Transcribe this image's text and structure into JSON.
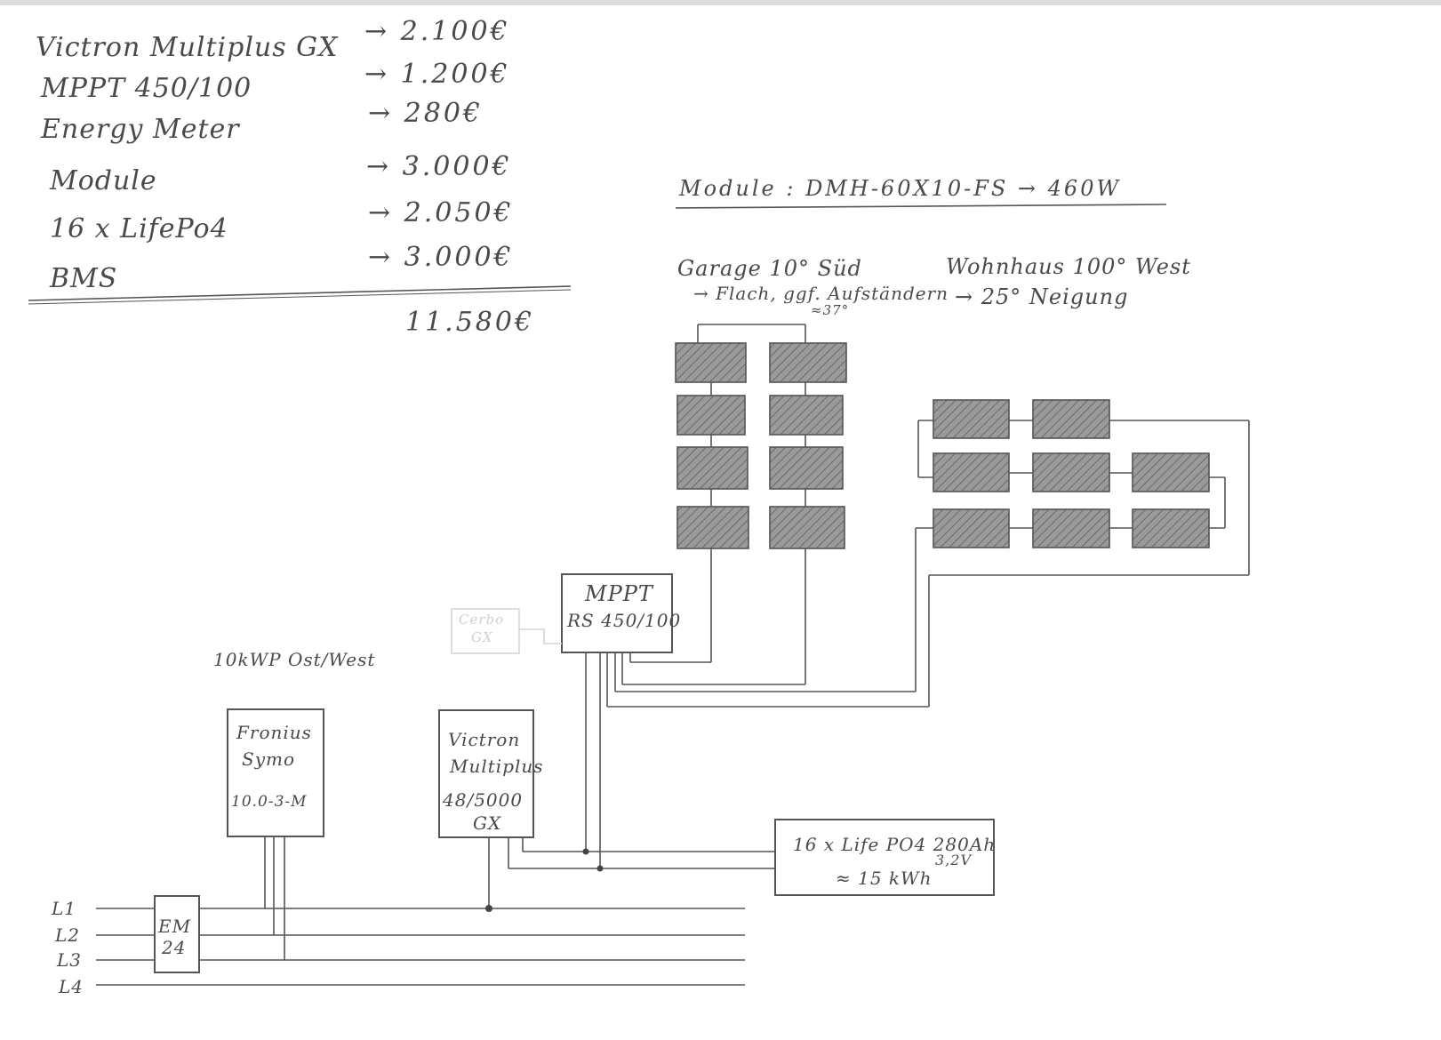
{
  "cost_list": {
    "items": [
      {
        "name": "Victron Multiplus GX",
        "price": "→ 2.100€"
      },
      {
        "name": "MPPT 450/100",
        "price": "→ 1.200€"
      },
      {
        "name": "Energy Meter",
        "price": "→ 280€"
      },
      {
        "name": "Module",
        "price": "→ 3.000€"
      },
      {
        "name": "16 x LifePo4",
        "price": "→ 2.050€"
      },
      {
        "name": "BMS",
        "price": "→ 3.000€"
      }
    ],
    "total": "11.580€"
  },
  "module_header": "Module : DMH-60X10-FS → 460W",
  "garage": {
    "line1": "Garage 10° Süd",
    "line2": "→ Flach, ggf. Aufständern",
    "line3": "≈37°"
  },
  "wohnhaus": {
    "line1": "Wohnhaus 100° West",
    "line2": "→ 25° Neigung"
  },
  "mppt": {
    "line1": "MPPT",
    "line2": "RS 450/100"
  },
  "cerbo": {
    "line1": "Cerbo",
    "line2": "GX"
  },
  "existing_pv": "10kWP Ost/West",
  "fronius": {
    "line1": "Fronius",
    "line2": "Symo",
    "line3": "10.0-3-M"
  },
  "victron": {
    "line1": "Victron",
    "line2": "Multiplus",
    "line3": "48/5000",
    "line4": "GX"
  },
  "battery": {
    "line1": "16 x Life PO4 280Ah",
    "line2": "3,2V",
    "line3": "≈ 15 kWh"
  },
  "energy_meter": {
    "line1": "EM",
    "line2": "24"
  },
  "phases": [
    "L1",
    "L2",
    "L3",
    "L4"
  ]
}
